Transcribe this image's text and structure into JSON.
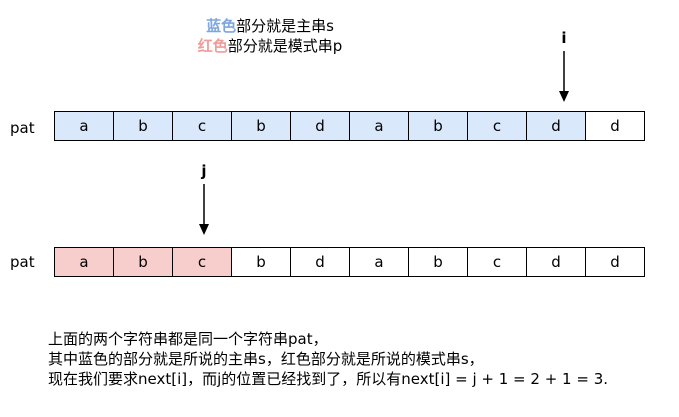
{
  "legend": {
    "line1_colored": "蓝色",
    "line1_rest": "部分就是主串s",
    "line2_colored": "红色",
    "line2_rest": "部分就是模式串p"
  },
  "colors": {
    "blue_fill": "#dae8fc",
    "red_fill": "#f8cecc",
    "blue_text": "#7EA6E0",
    "red_text": "#F19C99"
  },
  "row1": {
    "label": "pat",
    "cells": [
      "a",
      "b",
      "c",
      "b",
      "d",
      "a",
      "b",
      "c",
      "d",
      "d"
    ],
    "highlight_count": 9,
    "highlight_color": "blue"
  },
  "row2": {
    "label": "pat",
    "cells": [
      "a",
      "b",
      "c",
      "b",
      "d",
      "a",
      "b",
      "c",
      "d",
      "d"
    ],
    "highlight_count": 3,
    "highlight_color": "red"
  },
  "pointer_i": {
    "label": "i",
    "cell_index": 8
  },
  "pointer_j": {
    "label": "j",
    "cell_index": 2
  },
  "note": {
    "line1": "上面的两个字符串都是同一个字符串pat，",
    "line2": "其中蓝色的部分就是所说的主串s，红色部分就是所说的模式串s，",
    "line3": "现在我们要求next[i]，而j的位置已经找到了，所以有next[i] = j + 1 = 2 + 1 = 3."
  }
}
